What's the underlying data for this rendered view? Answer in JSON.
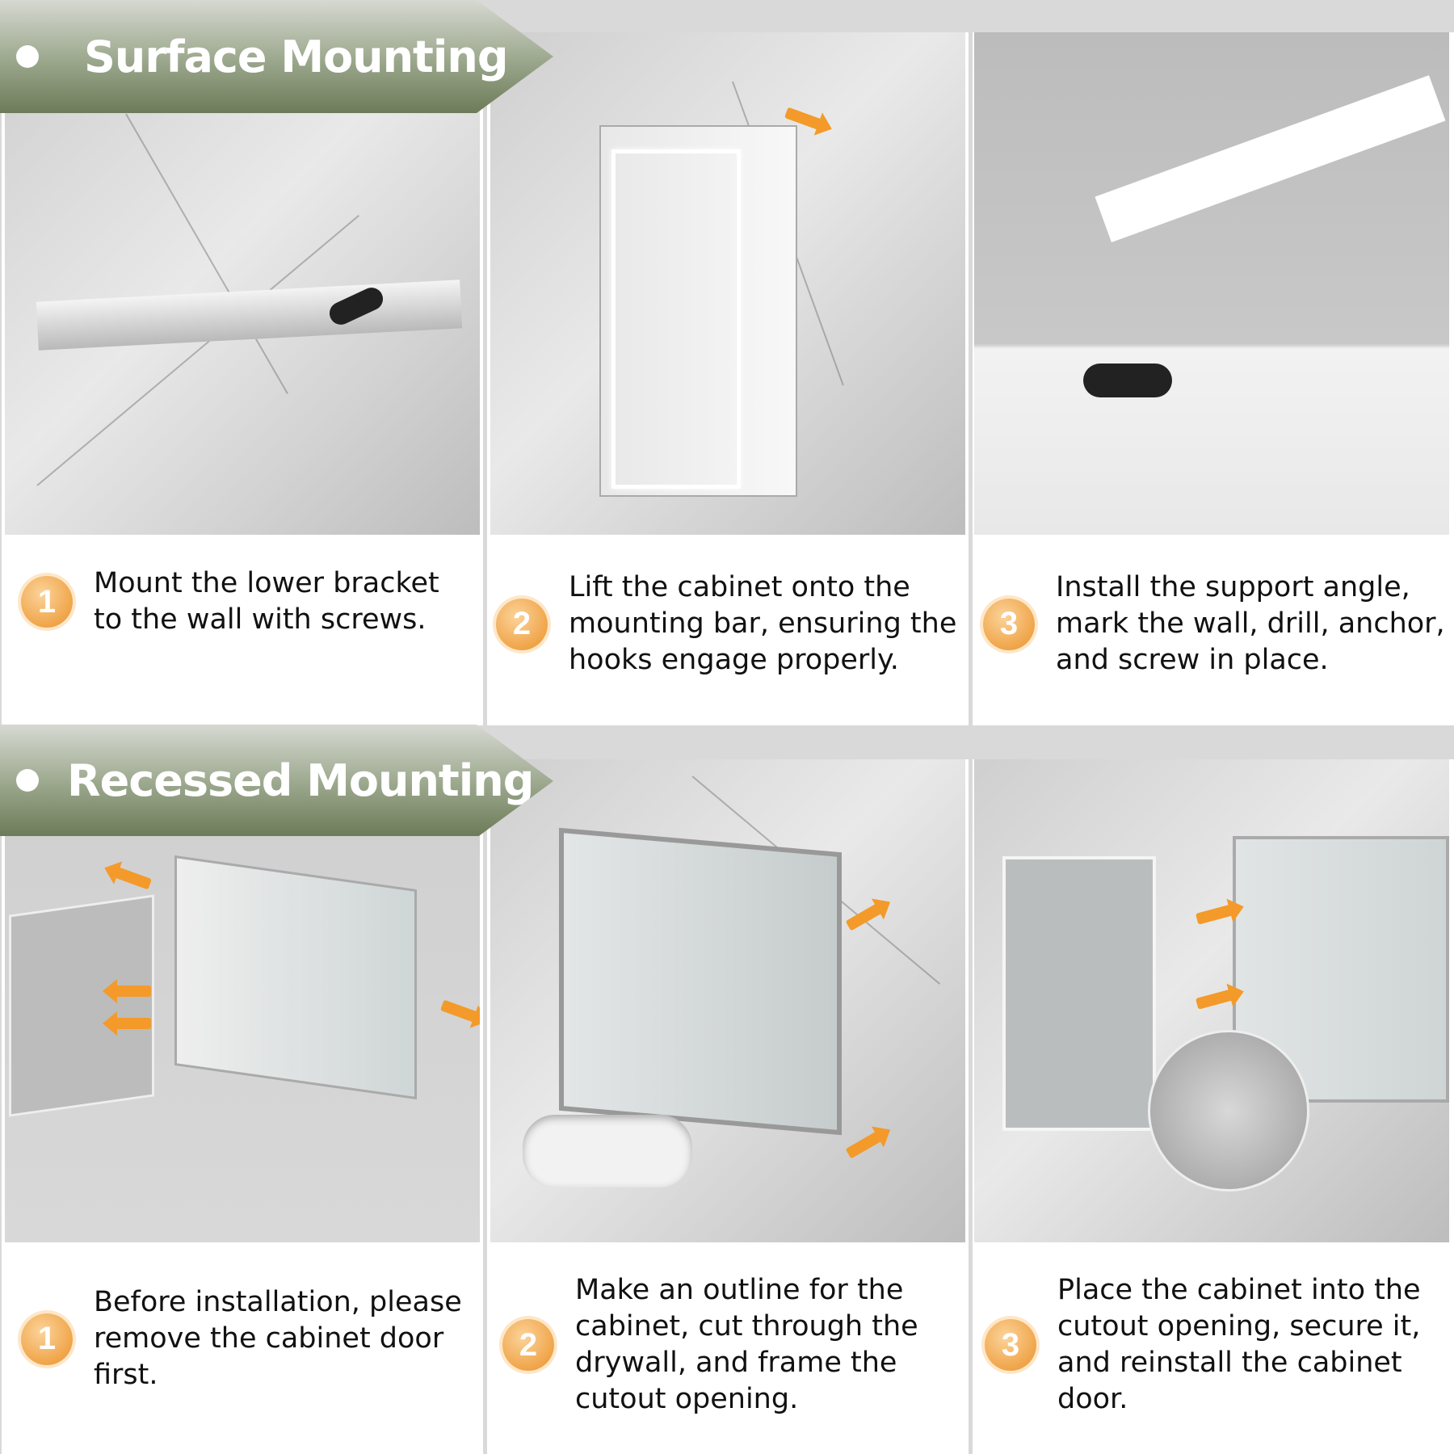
{
  "surface": {
    "title": "Surface Mounting",
    "steps": [
      {
        "num": "1",
        "text": "Mount the lower bracket to the wall with screws."
      },
      {
        "num": "2",
        "text": "Lift the cabinet onto the mounting bar, ensuring the hooks engage properly."
      },
      {
        "num": "3",
        "text": "Install the support angle, mark the wall, drill, anchor, and screw in place."
      }
    ]
  },
  "recessed": {
    "title": "Recessed Mounting",
    "steps": [
      {
        "num": "1",
        "text": "Before installation, please remove the cabinet door first."
      },
      {
        "num": "2",
        "text": "Make an outline for the cabinet, cut through the drywall, and frame the cutout opening."
      },
      {
        "num": "3",
        "text": "Place the cabinet into the cutout opening, secure it, and reinstall the cabinet door."
      }
    ]
  },
  "colors": {
    "accent": "#f0a54a",
    "banner": "#7d8a68"
  }
}
